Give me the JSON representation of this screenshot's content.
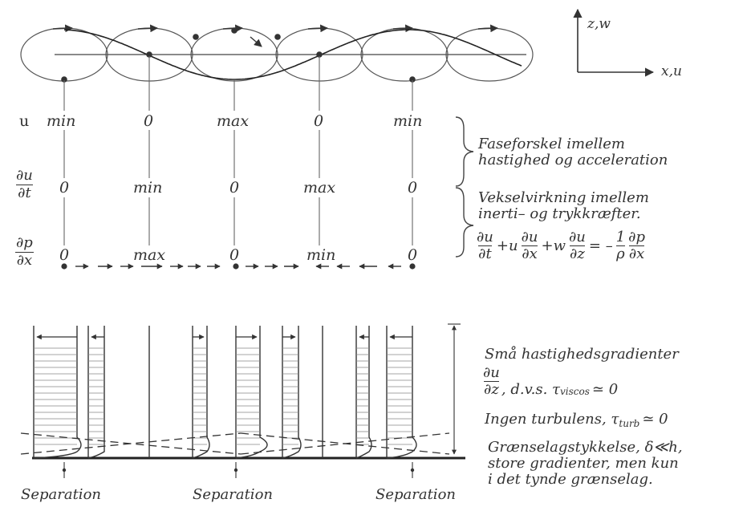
{
  "axes": {
    "vertical": "z,w",
    "horizontal": "x,u"
  },
  "rows": {
    "u": {
      "symbol": "u",
      "values": [
        "min",
        "0",
        "max",
        "0",
        "min"
      ]
    },
    "dudt": {
      "num": "∂u",
      "den": "∂t",
      "values": [
        "0",
        "min",
        "0",
        "max",
        "0"
      ]
    },
    "dpdx": {
      "num": "∂p",
      "den": "∂x",
      "values": [
        "0",
        "max",
        "0",
        "min",
        "0"
      ]
    }
  },
  "notes": {
    "phase": [
      "Faseforskel imellem",
      "hastighed og acceleration"
    ],
    "interaction": [
      "Vekselvirkning imellem",
      "inerti– og trykkræfter."
    ],
    "equation": {
      "t1_num": "∂u",
      "t1_den": "∂t",
      "op1": "+u",
      "t2_num": "∂u",
      "t2_den": "∂x",
      "op2": "+w",
      "t3_num": "∂u",
      "t3_den": "∂z",
      "op3": "= –",
      "t4_num": "1",
      "t4_den": "ρ",
      "t5_num": "∂p",
      "t5_den": "∂x"
    },
    "small_gradients": "Små hastighedsgradienter",
    "dudz_num": "∂u",
    "dudz_den": "∂z",
    "dvs": ", d.v.s. τ",
    "viscos_sub": "viscos",
    "viscos_tail": "≃ 0",
    "no_turb": "Ingen turbulens, τ",
    "turb_sub": "turb",
    "turb_tail": "≃ 0",
    "boundary": [
      "Grænselagstykkelse, δ≪h,",
      "store gradienter, men kun",
      "i det tynde grænselag."
    ]
  },
  "separation_label": "Separation"
}
